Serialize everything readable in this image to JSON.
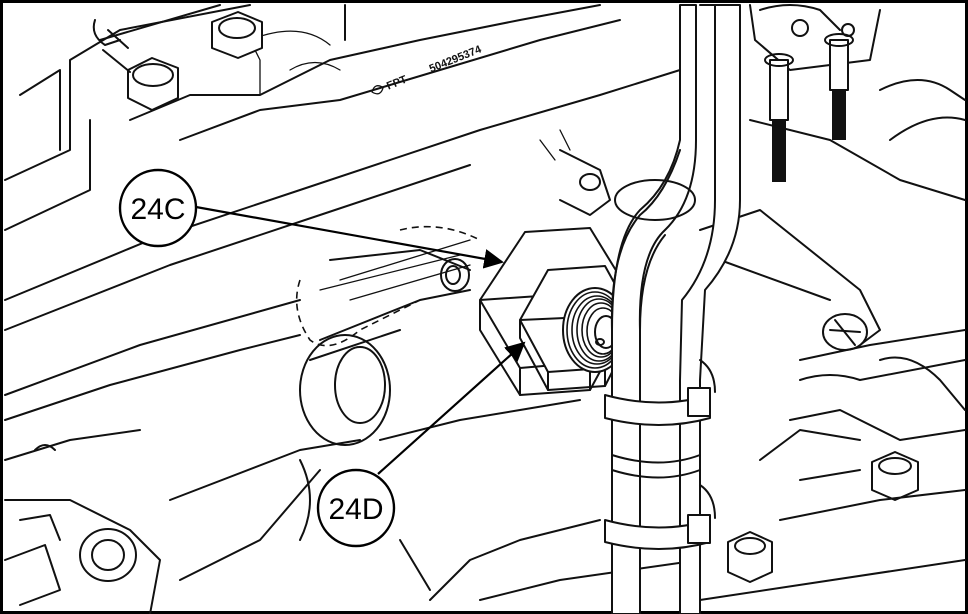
{
  "figure": {
    "callouts": [
      {
        "id": "24C",
        "label": "24C"
      },
      {
        "id": "24D",
        "label": "24D"
      }
    ],
    "stamp": {
      "logo_text": "FPT",
      "part_number": "504295374"
    },
    "colors": {
      "line": "#111111",
      "background": "#ffffff",
      "border": "#000000"
    }
  }
}
